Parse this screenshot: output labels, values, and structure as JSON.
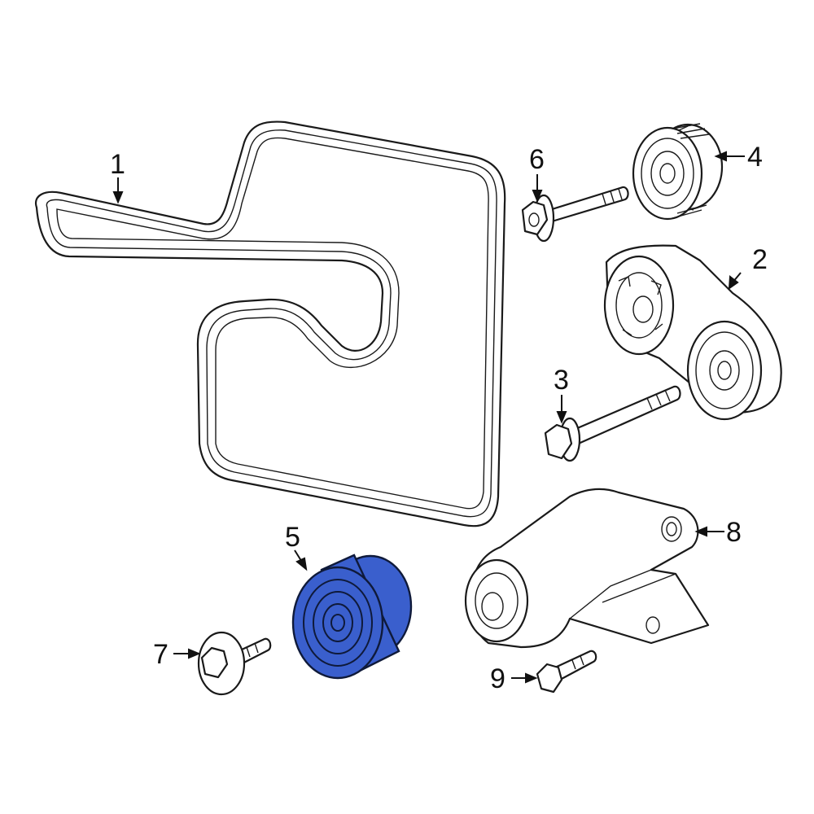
{
  "diagram": {
    "highlight_color": "#3a5fcd",
    "callouts": [
      {
        "id": "1",
        "label": "1",
        "part": "serpentine-belt"
      },
      {
        "id": "2",
        "label": "2",
        "part": "belt-tensioner"
      },
      {
        "id": "3",
        "label": "3",
        "part": "tensioner-bolt"
      },
      {
        "id": "4",
        "label": "4",
        "part": "idler-pulley-grooved"
      },
      {
        "id": "5",
        "label": "5",
        "part": "idler-pulley-highlighted"
      },
      {
        "id": "6",
        "label": "6",
        "part": "pulley-bolt"
      },
      {
        "id": "7",
        "label": "7",
        "part": "idler-pulley-bolt"
      },
      {
        "id": "8",
        "label": "8",
        "part": "tensioner-bracket"
      },
      {
        "id": "9",
        "label": "9",
        "part": "bracket-bolt"
      }
    ]
  }
}
